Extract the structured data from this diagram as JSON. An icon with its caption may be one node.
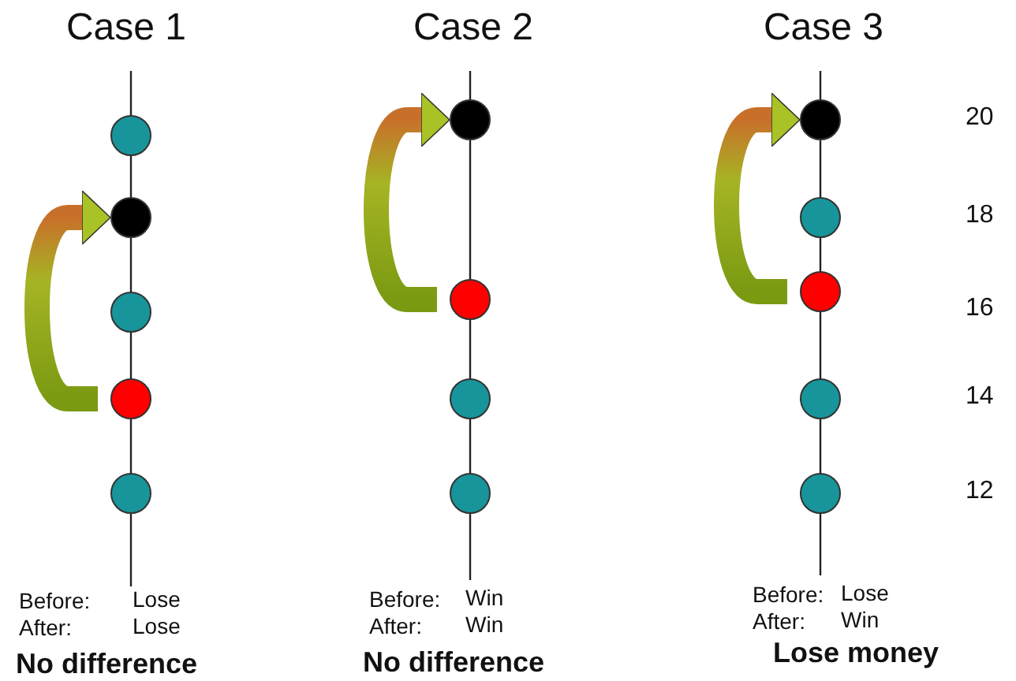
{
  "diagram": {
    "nodes": [
      {
        "text": [],
        "shape": "circle"
      },
      {
        "text": [],
        "shape": "circle"
      },
      {
        "text": [],
        "shape": "circle"
      },
      {
        "text": [],
        "shape": "circle"
      },
      {
        "text": [],
        "shape": "circle"
      },
      {
        "text": [],
        "shape": "circle"
      },
      {
        "text": [],
        "shape": "circle"
      },
      {
        "text": [],
        "shape": "circle"
      },
      {
        "text": [],
        "shape": "circle"
      },
      {
        "text": [],
        "shape": "circle"
      },
      {
        "text": [],
        "shape": "circle"
      },
      {
        "text": [],
        "shape": "circle"
      },
      {
        "text": [],
        "shape": "circle"
      },
      {
        "text": [],
        "shape": "circle"
      }
    ],
    "edges": [
      {
        "from": 3,
        "to": 1,
        "arrow": "to"
      },
      {
        "from": 6,
        "to": 5,
        "arrow": "to"
      },
      {
        "from": 11,
        "to": 9,
        "arrow": "to"
      }
    ],
    "labels": [
      "Case 1",
      "Case 2",
      "Case 3",
      "20",
      "18",
      "16",
      "14",
      "12",
      "Before:",
      "Lose",
      "After:",
      "Lose",
      "No difference",
      "Before:",
      "Win",
      "After:",
      "Win",
      "No difference",
      "Before:",
      "Lose",
      "After:",
      "Win",
      "Lose money"
    ]
  }
}
